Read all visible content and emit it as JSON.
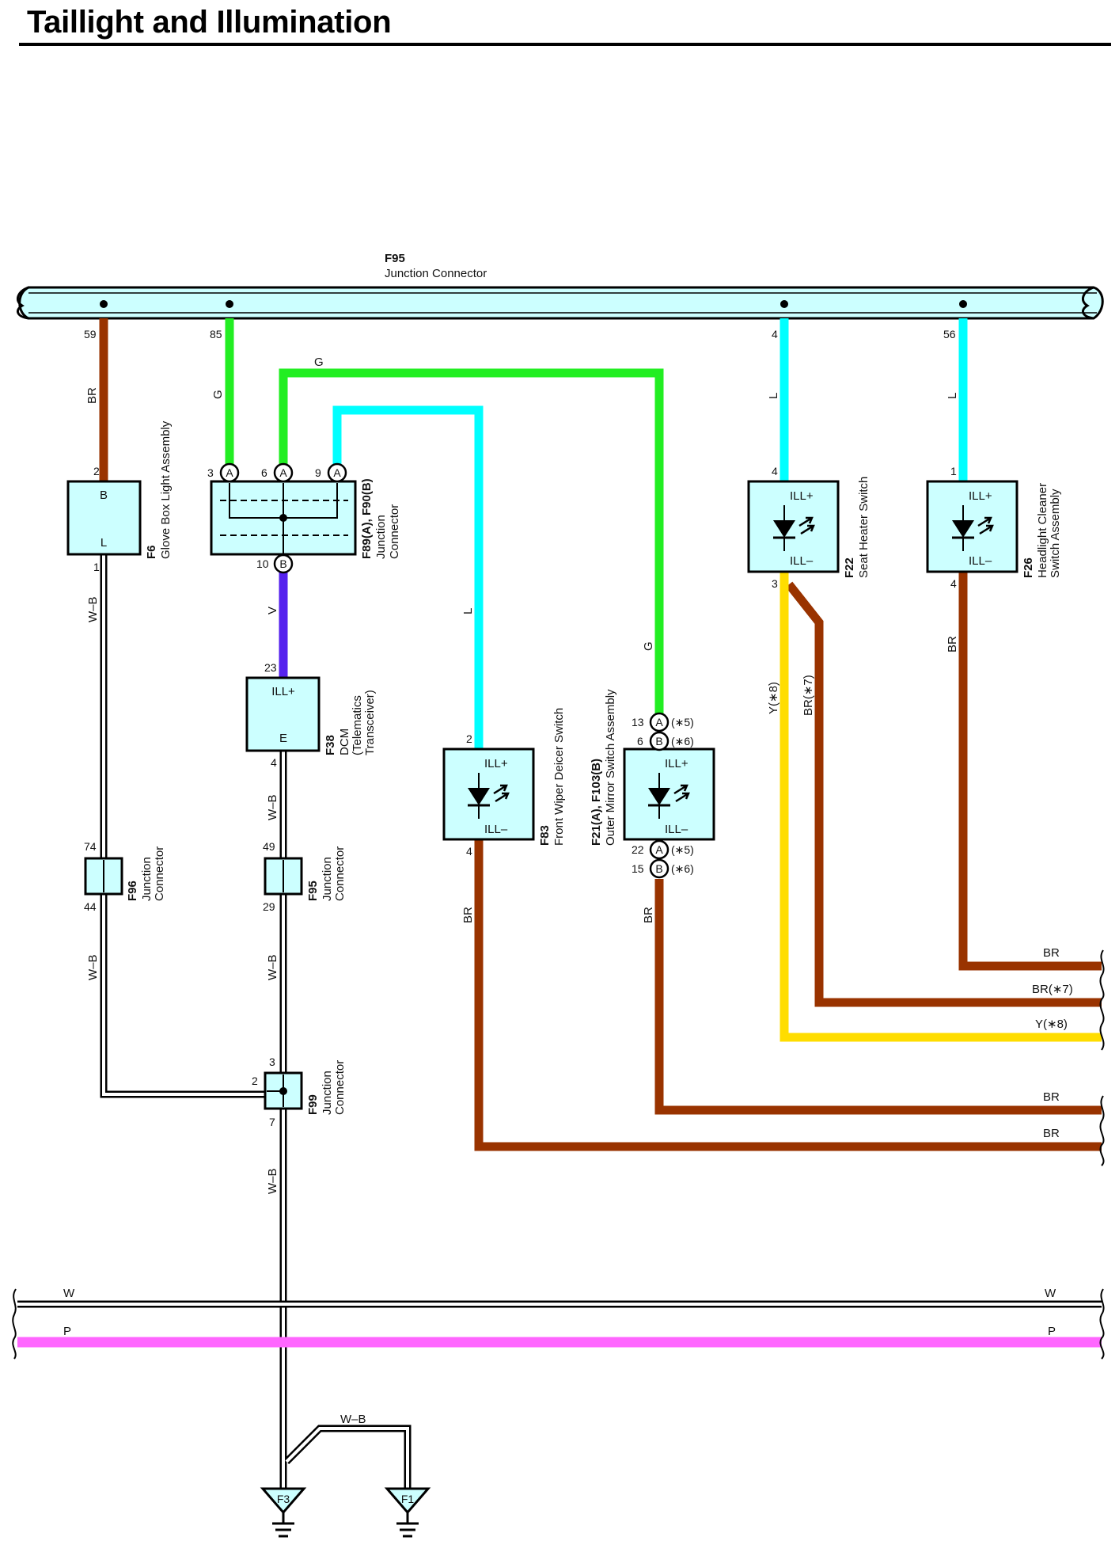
{
  "title": "Taillight and Illumination",
  "colors": {
    "BR": "#993300",
    "G": "#22ee22",
    "L": "#00ffff",
    "V": "#5522ee",
    "Y": "#ffdd00",
    "P": "#ff66ff",
    "component_fill": "#ccffff"
  },
  "junction_bar": {
    "id": "F95",
    "name": "Junction Connector"
  },
  "bar_pins": {
    "p59": "59",
    "p85": "85",
    "p4": "4",
    "p56": "56"
  },
  "wire_labels": {
    "br_f6": "BR",
    "g_85": "G",
    "g_top": "G",
    "g_f21": "G",
    "l_f83": "L",
    "l_f22": "L",
    "l_f26": "L",
    "wb_f6": "W–B",
    "wb_f6b": "W–B",
    "v_f38": "V",
    "wb_f38": "W–B",
    "wb_f95": "W–B",
    "wb_f99": "W–B",
    "wb_gnd": "W–B",
    "br_f83": "BR",
    "br_f21": "BR",
    "br_f26": "BR",
    "y_f22": "Y(∗8)",
    "br_f22": "BR(∗7)",
    "r_br1": "BR",
    "r_br7": "BR(∗7)",
    "r_y8": "Y(∗8)",
    "r_br2": "BR",
    "r_br3": "BR",
    "w_left": "W",
    "w_right": "W",
    "p_left": "P",
    "p_right": "P"
  },
  "f6": {
    "id": "F6",
    "name": "Glove Box Light Assembly",
    "pin_b": "B",
    "pin_l": "L",
    "p2": "2",
    "p1": "1"
  },
  "f89": {
    "id": "F89(A), F90(B)",
    "name1": "Junction",
    "name2": "Connector",
    "p3": "3",
    "p6": "6",
    "p9": "9",
    "p10": "10"
  },
  "f38": {
    "id": "F38",
    "name1": "DCM",
    "name2": "(Telematics",
    "name3": "Transceiver)",
    "ill": "ILL+",
    "e": "E",
    "p23": "23",
    "p4": "4"
  },
  "f83": {
    "id": "F83",
    "name": "Front Wiper Deicer Switch",
    "illp": "ILL+",
    "illm": "ILL–",
    "p2": "2",
    "p4": "4"
  },
  "f21": {
    "id": "F21(A), F103(B)",
    "name": "Outer Mirror Switch Assembly",
    "illp": "ILL+",
    "illm": "ILL–",
    "p13": "13",
    "p6": "6",
    "p22": "22",
    "p15": "15",
    "n5a": "(∗5)",
    "n6a": "(∗6)",
    "n5b": "(∗5)",
    "n6b": "(∗6)"
  },
  "f22": {
    "id": "F22",
    "name": "Seat Heater Switch",
    "illp": "ILL+",
    "illm": "ILL–",
    "p4": "4",
    "p3": "3"
  },
  "f26": {
    "id": "F26",
    "name1": "Headlight Cleaner",
    "name2": "Switch Assembly",
    "illp": "ILL+",
    "illm": "ILL–",
    "p1": "1",
    "p4": "4"
  },
  "f96": {
    "id": "F96",
    "name1": "Junction",
    "name2": "Connector",
    "p74": "74",
    "p44": "44"
  },
  "f95b": {
    "id": "F95",
    "name1": "Junction",
    "name2": "Connector",
    "p49": "49",
    "p29": "29"
  },
  "f99": {
    "id": "F99",
    "name1": "Junction",
    "name2": "Connector",
    "p3": "3",
    "p2": "2",
    "p7": "7"
  },
  "grounds": {
    "f3": "F3",
    "f1": "F1"
  },
  "badges": {
    "A": "A",
    "B": "B"
  }
}
